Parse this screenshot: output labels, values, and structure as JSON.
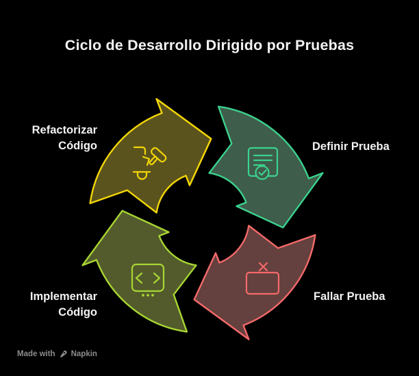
{
  "title": "Ciclo de Desarrollo Dirigido por Pruebas",
  "cycle": {
    "type": "circular-flow",
    "direction": "clockwise",
    "segments": [
      {
        "label": "Definir Prueba",
        "position": "top-right",
        "icon": "document-check-icon",
        "stroke": "#3bd28e",
        "fill": "#3f5d4b"
      },
      {
        "label": "Fallar Prueba",
        "position": "bottom-right",
        "icon": "failed-test-screen-icon",
        "stroke": "#f56a6a",
        "fill": "#64403e"
      },
      {
        "label": "Implementar Código",
        "position": "bottom-left",
        "icon": "code-brackets-icon",
        "stroke": "#a8d632",
        "fill": "#535b2c"
      },
      {
        "label": "Refactorizar Código",
        "position": "top-left",
        "icon": "hammer-wrench-icon",
        "stroke": "#f2d607",
        "fill": "#5b531e"
      }
    ]
  },
  "watermark": {
    "made_with": "Made with",
    "brand": "Napkin",
    "icon": "pen-nib-icon",
    "color": "#8c8c8c"
  }
}
